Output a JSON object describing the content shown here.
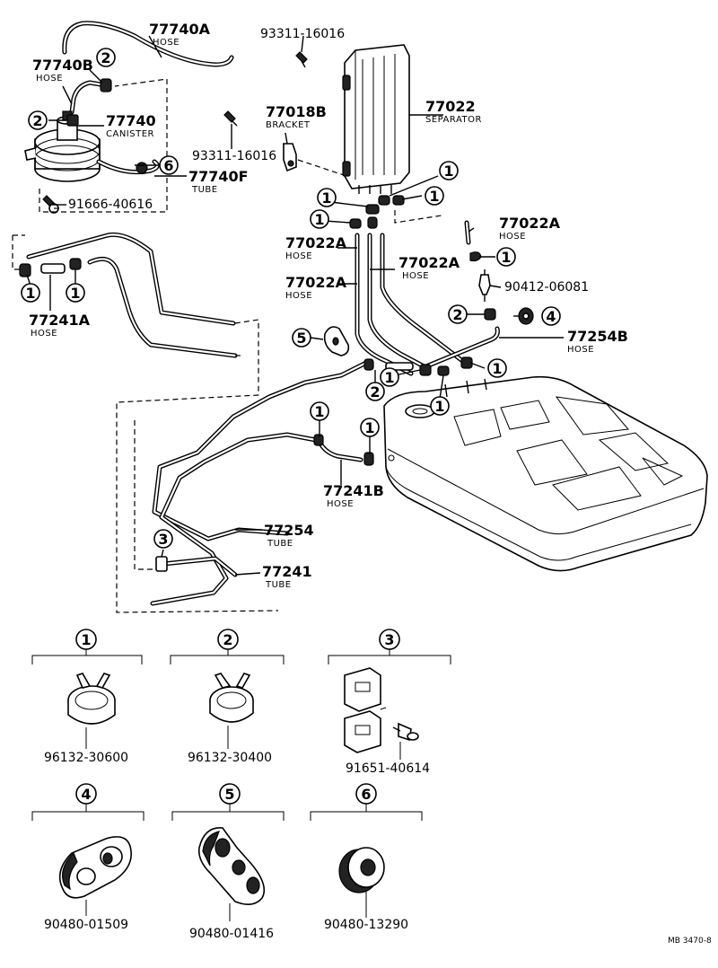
{
  "labels": {
    "hose_77740A": {
      "number": "77740A",
      "name": "HOSE"
    },
    "hose_77740B": {
      "number": "77740B",
      "name": "HOSE"
    },
    "canister": {
      "number": "77740",
      "name": "CANISTER"
    },
    "tube_77740F": {
      "number": "77740F",
      "name": "TUBE"
    },
    "bolt_top": {
      "number": "93311-16016"
    },
    "bolt_mid": {
      "number": "93311-16016"
    },
    "bolt_91666": {
      "number": "91666-40616"
    },
    "bracket": {
      "number": "77018B",
      "name": "BRACKET"
    },
    "separator": {
      "number": "77022",
      "name": "SEPARATOR"
    },
    "hose_77022A_right": {
      "number": "77022A",
      "name": "HOSE"
    },
    "hose_77022A_left1": {
      "number": "77022A",
      "name": "HOSE"
    },
    "hose_77022A_mid": {
      "number": "77022A",
      "name": "HOSE"
    },
    "hose_77022A_left2": {
      "number": "77022A",
      "name": "HOSE"
    },
    "valve": {
      "number": "90412-06081"
    },
    "hose_77254B": {
      "number": "77254B",
      "name": "HOSE"
    },
    "hose_77241A": {
      "number": "77241A",
      "name": "HOSE"
    },
    "hose_77241B": {
      "number": "77241B",
      "name": "HOSE"
    },
    "tube_77254": {
      "number": "77254",
      "name": "TUBE"
    },
    "tube_77241": {
      "number": "77241",
      "name": "TUBE"
    }
  },
  "callouts": [
    "1",
    "2",
    "3",
    "4",
    "5",
    "6"
  ],
  "legend": [
    {
      "num": "1",
      "part": "96132-30600"
    },
    {
      "num": "2",
      "part": "96132-30400"
    },
    {
      "num": "3",
      "part": "91651-40614"
    },
    {
      "num": "4",
      "part": "90480-01509"
    },
    {
      "num": "5",
      "part": "90480-01416"
    },
    {
      "num": "6",
      "part": "90480-13290"
    }
  ],
  "footer_code": "MB 3470-8"
}
